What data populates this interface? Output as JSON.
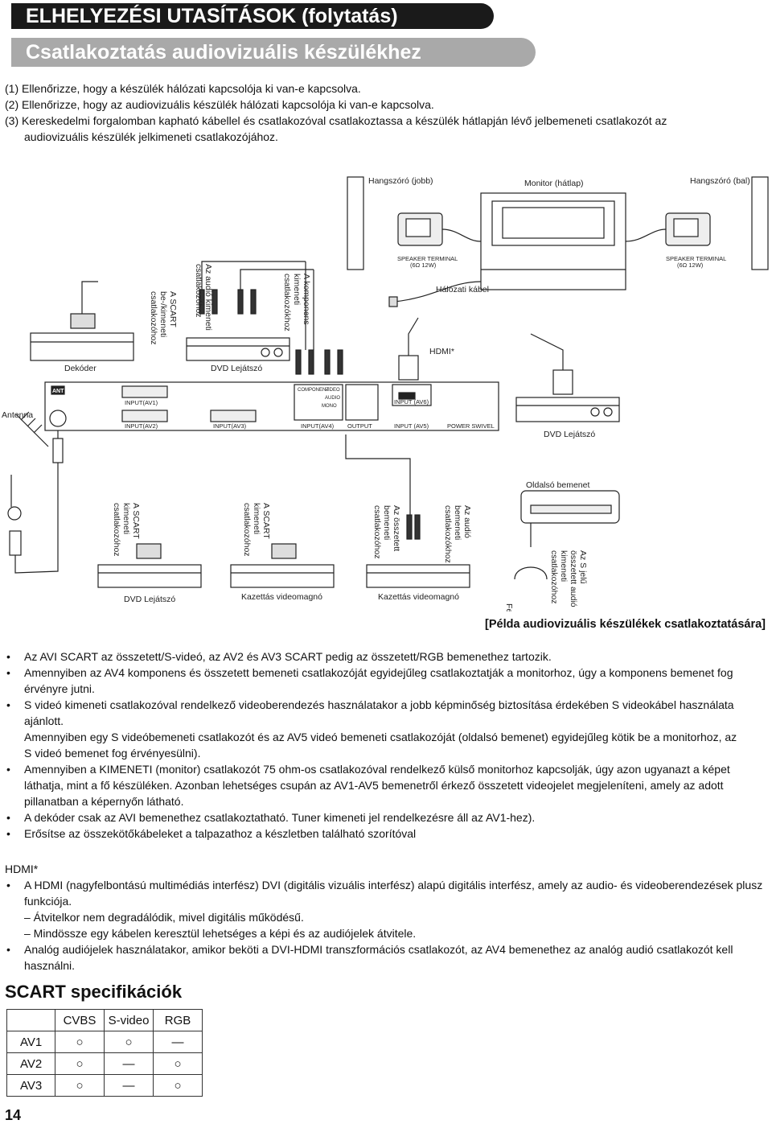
{
  "header": {
    "title": "ELHELYEZÉSI UTASÍTÁSOK (folytatás)",
    "subtitle": "Csatlakoztatás audiovizuális készülékhez"
  },
  "steps": [
    "(1) Ellenőrizze, hogy a készülék hálózati kapcsolója ki van-e kapcsolva.",
    "(2) Ellenőrizze, hogy az audiovizuális készülék hálózati kapcsolója ki van-e kapcsolva.",
    "(3) Kereskedelmi forgalomban kapható kábellel és csatlakozóval csatlakoztassa a készülék hátlapján lévő jelbemeneti csatlakozót az",
    "audiovizuális készülék jelkimeneti csatlakozójához."
  ],
  "diagram": {
    "speaker_right": "Hangszóró (jobb)",
    "monitor_back": "Monitor (hátlap)",
    "speaker_left": "Hangszóró (bal)",
    "speaker_terminal": "SPEAKER TERMINAL",
    "speaker_ohm": "(6Ω 12W)",
    "power_cable": "Hálózati kábel",
    "hdmi": "HDMI*",
    "decoder": "Dekóder",
    "dvd_player": "DVD Lejátszó",
    "antenna": "Antenna",
    "ant": "ANT",
    "input_av1": "INPUT(AV1)",
    "input_av2": "INPUT(AV2)",
    "input_av3": "INPUT(AV3)",
    "input_av4": "INPUT(AV4)",
    "output": "OUTPUT",
    "input_av6": "INPUT (AV6)",
    "input_av5": "INPUT (AV5)",
    "power_swivel": "POWER SWIVEL",
    "component": "COMPONENT",
    "video": "VIDEO",
    "audio": "AUDIO",
    "mono": "MONO",
    "side_input": "Oldalsó bemenet",
    "vcr": "Kazettás videomagnó",
    "scart_io": [
      "A SCART",
      "be-/kimeneti",
      "csatlakozóhoz"
    ],
    "audio_out": [
      "Az audió kimeneti",
      "csatlakozóhoz"
    ],
    "component_out": [
      "A komponens",
      "kimeneti",
      "csatlakozókhoz"
    ],
    "scart_out": [
      "A SCART",
      "kimeneti",
      "csatlakozóhoz"
    ],
    "composite_in": [
      "Az összetett",
      "bemeneti",
      "csatlakozóhoz"
    ],
    "audio_in": [
      "Az audió",
      "bemeneti",
      "csatlakozókhoz"
    ],
    "s_composite_out": [
      "Az S jelű",
      "összetett audió",
      "kimeneti",
      "csatlakozóhoz"
    ],
    "headphone": "Fejhallgató"
  },
  "caption": "[Példa audiovizuális készülékek csatlakoztatására]",
  "bullets": [
    "Az AVI SCART az összetett/S-videó, az AV2 és AV3 SCART pedig az összetett/RGB bemenethez tartozik.",
    "Amennyiben az AV4 komponens és összetett bemeneti csatlakozóját egyidejűleg csatlakoztatják a monitorhoz, úgy a komponens bemenet fog",
    "érvényre jutni.",
    "S videó kimeneti csatlakozóval rendelkező videoberendezés használatakor a jobb képminőség biztosítása érdekében S videokábel használata",
    "ajánlott.",
    "Amennyiben egy S videóbemeneti csatlakozót és az AV5 videó bemeneti csatlakozóját (oldalsó bemenet) egyidejűleg kötik be a monitorhoz, az",
    "S videó bemenet fog érvényesülni).",
    "Amennyiben a KIMENETI (monitor) csatlakozót 75 ohm-os csatlakozóval rendelkező külső monitorhoz kapcsolják, úgy azon ugyanazt a képet",
    "láthatja, mint a fő készüléken. Azonban lehetséges csupán az AV1-AV5 bemenetről érkező összetett videojelet megjeleníteni, amely az adott",
    "pillanatban a képernyőn látható.",
    "A dekóder csak az AVI bemenethez csatlakoztatható. Tuner kimeneti jel rendelkezésre áll az AV1-hez).",
    "Erősítse az összekötőkábeleket a talpazathoz a készletben található szorítóval"
  ],
  "hdmi_title": "HDMI*",
  "hdmi": [
    "A HDMI (nagyfelbontású multimédiás interfész) DVI (digitális vizuális interfész) alapú digitális interfész, amely az audio- és videoberendezések plusz",
    "funkciója.",
    "– Átvitelkor nem degradálódik, mivel digitális működésű.",
    "– Mindössze egy kábelen keresztül lehetséges a képi és az audiójelek átvitele.",
    "Analóg audiójelek használatakor, amikor beköti a DVI-HDMI transzformációs csatlakozót, az AV4 bemenethez az analóg audió csatlakozót kell",
    "használni."
  ],
  "scart_title": "SCART specifikációk",
  "scart_table": {
    "headers": [
      "",
      "CVBS",
      "S-video",
      "RGB"
    ],
    "rows": [
      [
        "AV1",
        "○",
        "○",
        "—"
      ],
      [
        "AV2",
        "○",
        "—",
        "○"
      ],
      [
        "AV3",
        "○",
        "—",
        "○"
      ]
    ]
  },
  "page_number": "14"
}
